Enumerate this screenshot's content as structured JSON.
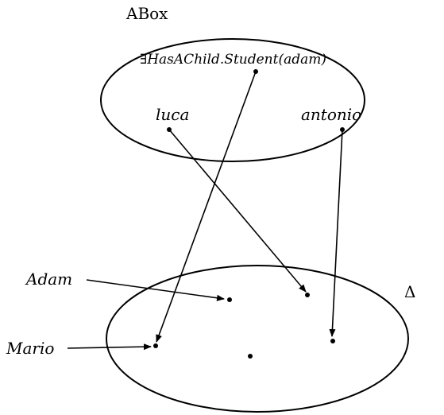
{
  "abox": {
    "title": "ABox",
    "assertion": "∃HasAChild.Student(adam)",
    "individuals": [
      "luca",
      "antonio"
    ]
  },
  "domain": {
    "symbol": "Δ",
    "names": [
      "Adam",
      "Mario"
    ]
  }
}
